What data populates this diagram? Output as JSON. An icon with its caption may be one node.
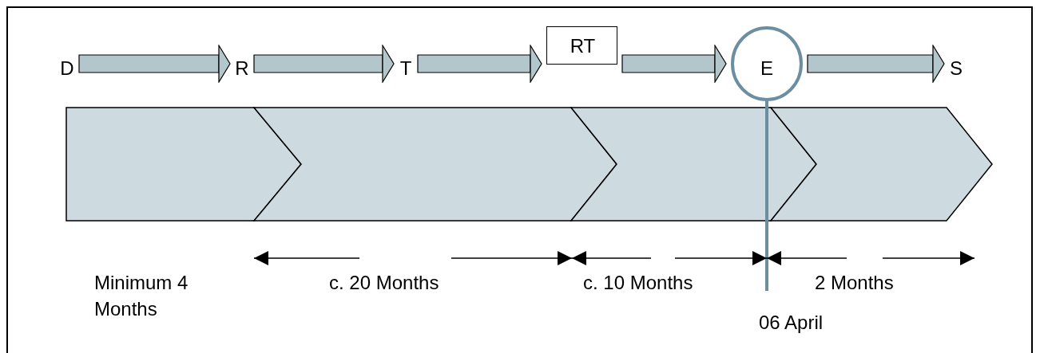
{
  "diagram": {
    "nodes": [
      {
        "text": [
          "D"
        ]
      },
      {
        "text": [
          "R"
        ]
      },
      {
        "text": [
          "T"
        ]
      },
      {
        "text": [
          "RT"
        ]
      },
      {
        "text": [
          "E"
        ]
      },
      {
        "text": [
          "S"
        ]
      },
      {
        "text": [],
        "shape": "chevron",
        "beside": [
          "Minimum 4 Months"
        ]
      },
      {
        "text": [],
        "shape": "chevron",
        "beside": [
          "c. 20 Months"
        ]
      },
      {
        "text": [],
        "shape": "chevron",
        "beside": [
          "c. 10 Months"
        ]
      },
      {
        "text": [],
        "shape": "chevron",
        "beside": [
          "2 Months"
        ]
      }
    ],
    "edges": [
      {
        "from": 0,
        "to": 1,
        "arrow": "to"
      },
      {
        "from": 1,
        "to": 2,
        "arrow": "to"
      },
      {
        "from": 2,
        "to": 3,
        "arrow": "to"
      },
      {
        "from": 3,
        "to": 4,
        "arrow": "to"
      },
      {
        "from": 4,
        "to": 5,
        "arrow": "to"
      }
    ],
    "labels": [
      "06 April"
    ]
  }
}
